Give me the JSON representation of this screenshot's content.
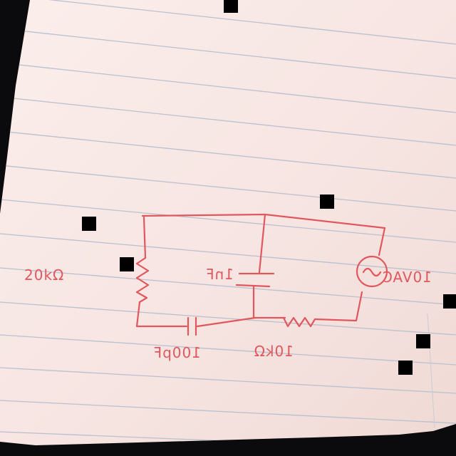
{
  "colors": {
    "background": "#0b0b0d",
    "paper": "#f6e6e4",
    "ruling": "#b9c0cf",
    "ink": "#e0585e",
    "marker": "#000000"
  },
  "diagram": {
    "kind": "handwritten circuit schematic (photographed upside down)",
    "components": {
      "resistor_left": "20kΩ",
      "capacitor_bottom": "100pF",
      "capacitor_middle": "1nF",
      "resistor_bottom": "10kΩ",
      "source": "10VAC"
    }
  },
  "occluding_marker_icon": "black-square-icon"
}
